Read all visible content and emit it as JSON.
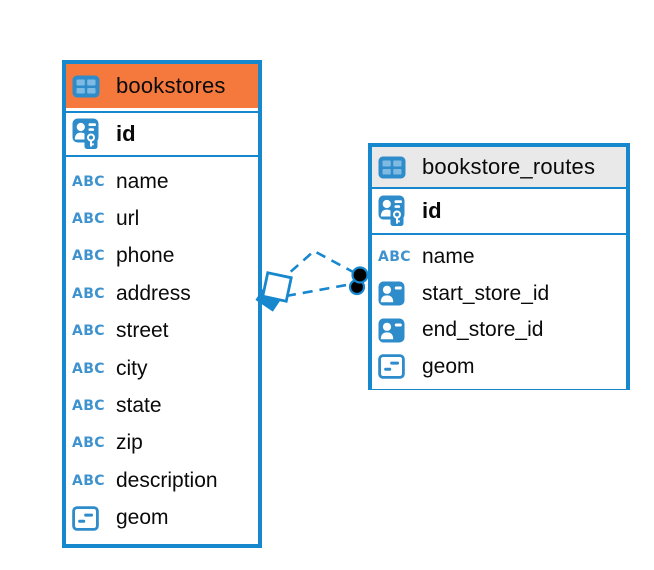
{
  "diagram": {
    "type": "entity-relationship",
    "background": "#ffffff"
  },
  "colors": {
    "accent_blue": "#1787CE",
    "icon_blue": "#2E8CCB",
    "icon_cell_blue": "#7EBAE2",
    "header_orange": "#F5793D",
    "header_gray": "#E9E9E9",
    "text": "#0a0a0a",
    "relationship_dot": "#000000"
  },
  "tables": [
    {
      "title": "bookstores",
      "header_color": "#F5793D",
      "selected": true,
      "primary_key": {
        "name": "id",
        "icon": "primary-key"
      },
      "columns": [
        {
          "name": "name",
          "icon": "text"
        },
        {
          "name": "url",
          "icon": "text"
        },
        {
          "name": "phone",
          "icon": "text"
        },
        {
          "name": "address",
          "icon": "text"
        },
        {
          "name": "street",
          "icon": "text"
        },
        {
          "name": "city",
          "icon": "text"
        },
        {
          "name": "state",
          "icon": "text"
        },
        {
          "name": "zip",
          "icon": "text"
        },
        {
          "name": "description",
          "icon": "text"
        },
        {
          "name": "geom",
          "icon": "geometry"
        }
      ]
    },
    {
      "title": "bookstore_routes",
      "header_color": "#E9E9E9",
      "selected": false,
      "primary_key": {
        "name": "id",
        "icon": "primary-key"
      },
      "columns": [
        {
          "name": "name",
          "icon": "text"
        },
        {
          "name": "start_store_id",
          "icon": "foreign-key"
        },
        {
          "name": "end_store_id",
          "icon": "foreign-key"
        },
        {
          "name": "geom",
          "icon": "geometry"
        }
      ]
    }
  ],
  "relationships": [
    {
      "from_table": "bookstores",
      "to_table": "bookstore_routes",
      "line_style": "dashed",
      "source_marker": "stacked-squares",
      "target_marker": "filled-dot"
    },
    {
      "from_table": "bookstores",
      "to_table": "bookstore_routes",
      "line_style": "dashed",
      "source_marker": "stacked-squares",
      "target_marker": "filled-dot"
    }
  ]
}
